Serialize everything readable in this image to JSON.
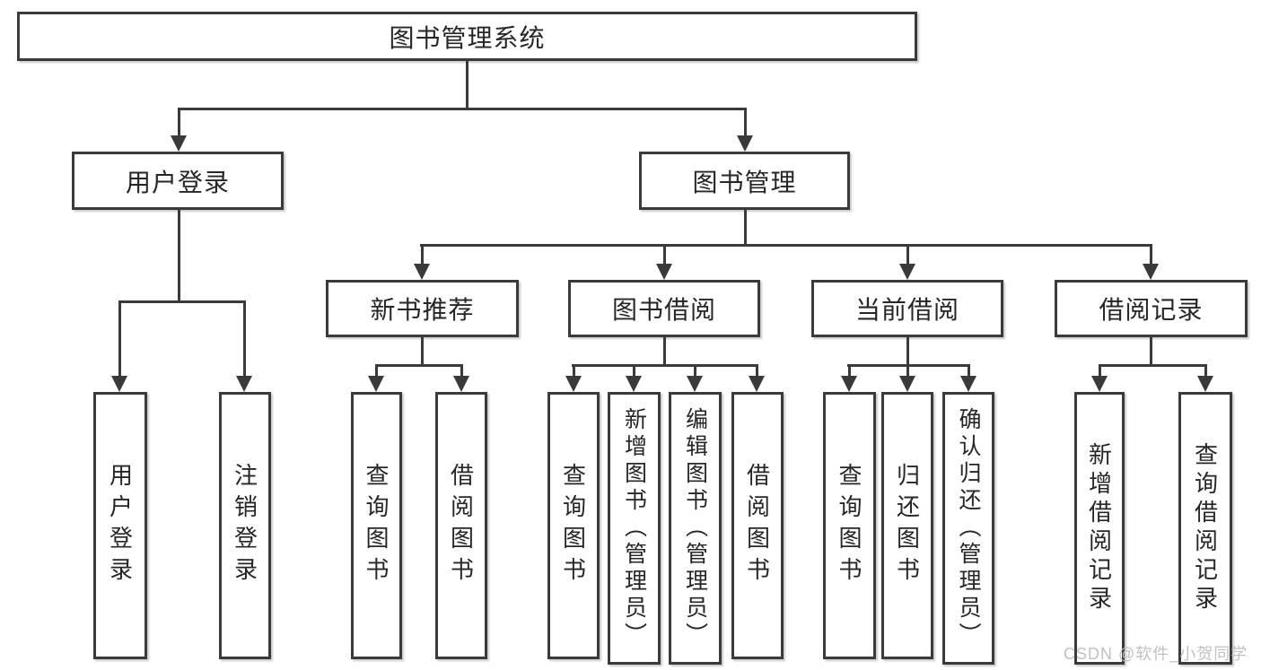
{
  "tree": {
    "root": {
      "label": "图书管理系统"
    },
    "branches": [
      {
        "label": "用户登录",
        "children": [
          {
            "label": "用户登录"
          },
          {
            "label": "注销登录"
          }
        ]
      },
      {
        "label": "图书管理",
        "children": [
          {
            "label": "新书推荐",
            "children": [
              {
                "label": "查询图书"
              },
              {
                "label": "借阅图书"
              }
            ]
          },
          {
            "label": "图书借阅",
            "children": [
              {
                "label": "查询图书"
              },
              {
                "label": "新增图书（管理员）"
              },
              {
                "label": "编辑图书（管理员）"
              },
              {
                "label": "借阅图书"
              }
            ]
          },
          {
            "label": "当前借阅",
            "children": [
              {
                "label": "查询图书"
              },
              {
                "label": "归还图书"
              },
              {
                "label": "确认归还（管理员）"
              }
            ]
          },
          {
            "label": "借阅记录",
            "children": [
              {
                "label": "新增借阅记录"
              },
              {
                "label": "查询借阅记录"
              }
            ]
          }
        ]
      }
    ]
  },
  "watermark": {
    "text": "CSDN @软件_小贺同学"
  },
  "colors": {
    "line": "#3a3a3a",
    "text": "#262626",
    "background": "#ffffff",
    "watermark": "#bcbcbc"
  }
}
